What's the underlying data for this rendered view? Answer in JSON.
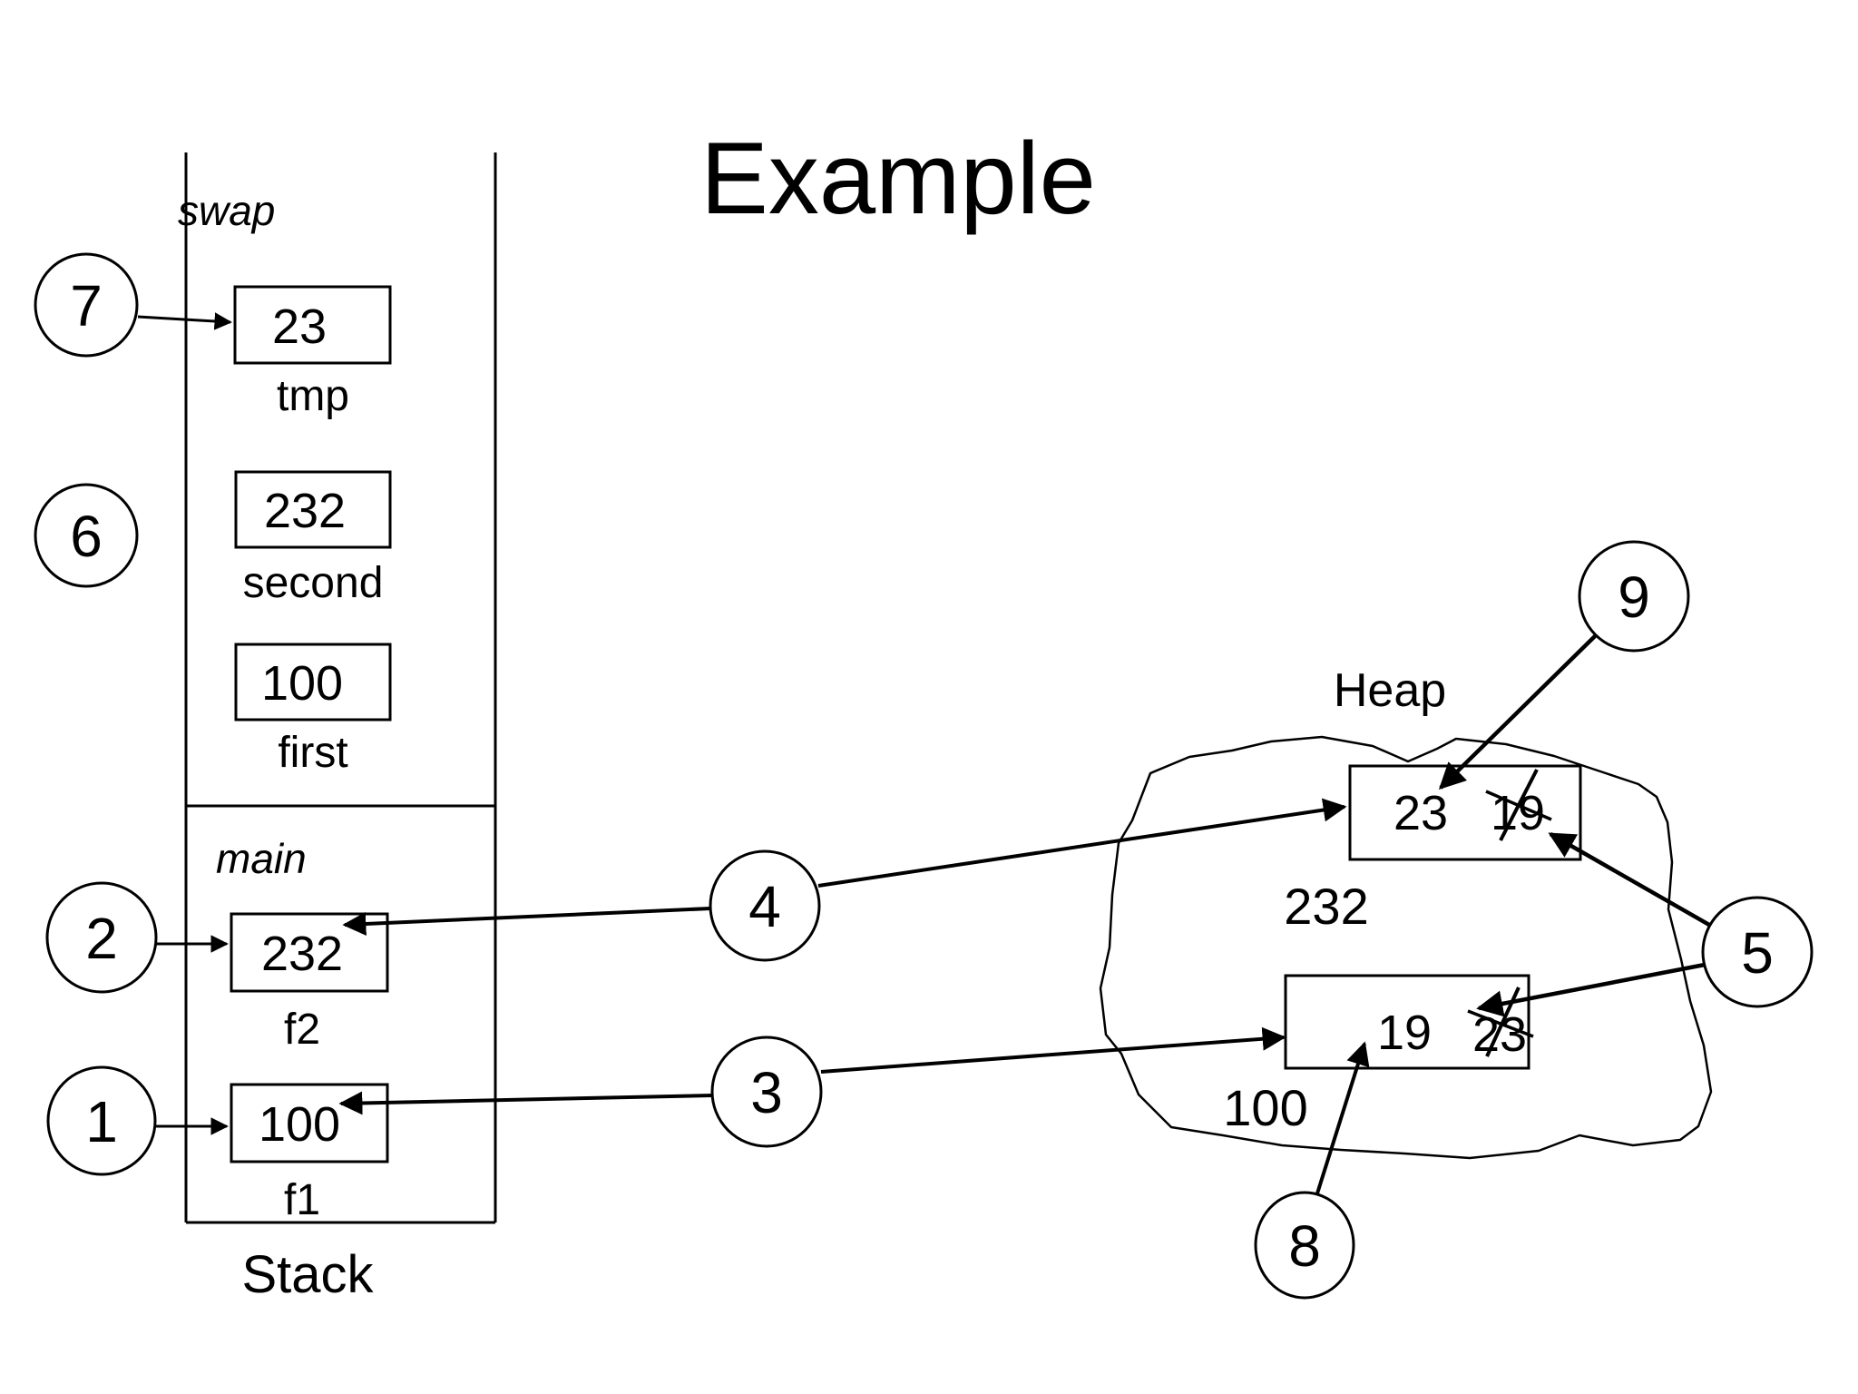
{
  "title": "Example",
  "stack": {
    "label": "Stack",
    "frames": [
      {
        "name": "swap",
        "vars": [
          {
            "value": "23",
            "label": "tmp"
          },
          {
            "value": "232",
            "label": "second"
          },
          {
            "value": "100",
            "label": "first"
          }
        ]
      },
      {
        "name": "main",
        "vars": [
          {
            "value": "232",
            "label": "f2"
          },
          {
            "value": "100",
            "label": "f1"
          }
        ]
      }
    ]
  },
  "heap": {
    "label": "Heap",
    "objects": [
      {
        "address": "232",
        "value": "23",
        "crossed_out": "19"
      },
      {
        "address": "100",
        "value": "19",
        "crossed_out": "23"
      }
    ]
  },
  "steps": {
    "1": "1",
    "2": "2",
    "3": "3",
    "4": "4",
    "5": "5",
    "6": "6",
    "7": "7",
    "8": "8",
    "9": "9"
  }
}
